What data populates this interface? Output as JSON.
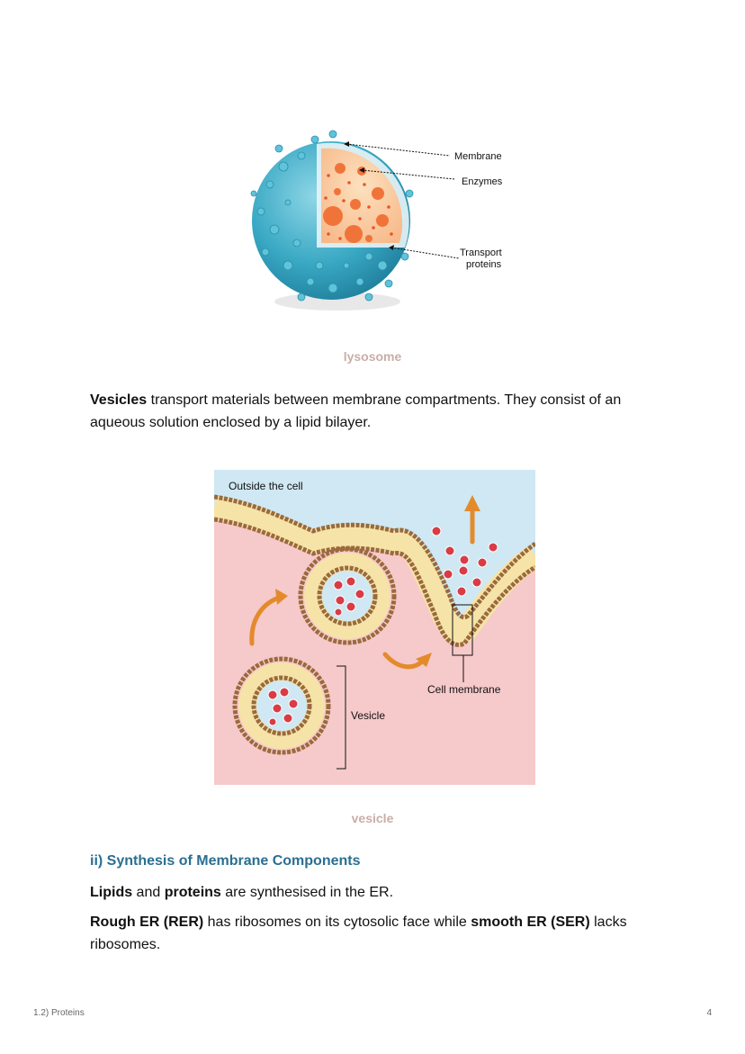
{
  "lysosome_figure": {
    "labels": {
      "membrane": "Membrane",
      "enzymes": "Enzymes",
      "transport_line1": "Transport",
      "transport_line2": "proteins"
    },
    "caption": "lysosome"
  },
  "vesicles_paragraph": {
    "bold": "Vesicles",
    "text": " transport materials between membrane compartments. They consist of an aqueous solution enclosed by a lipid bilayer."
  },
  "vesicle_figure": {
    "outside_label": "Outside the cell",
    "vesicle_label": "Vesicle",
    "cell_membrane_label": "Cell membrane",
    "caption": "vesicle",
    "colors": {
      "outside": "#cfe8f3",
      "inside": "#f6c9cb",
      "bilayer": "#f6e3a8",
      "head": "#9a6a3c",
      "cargo": "#d93c45",
      "arrow": "#e38b2c"
    }
  },
  "section": {
    "heading": "ii) Synthesis of Membrane Components",
    "line1": {
      "b1": "Lipids",
      "t1": " and ",
      "b2": "proteins",
      "t2": " are synthesised in the ER."
    },
    "line2": {
      "b1": "Rough ER (RER)",
      "t1": " has ribosomes on its cytosolic face while ",
      "b2": "smooth ER (SER)",
      "t2": " lacks ribosomes."
    }
  },
  "footer": {
    "left": "1.2) Proteins",
    "right": "4"
  }
}
